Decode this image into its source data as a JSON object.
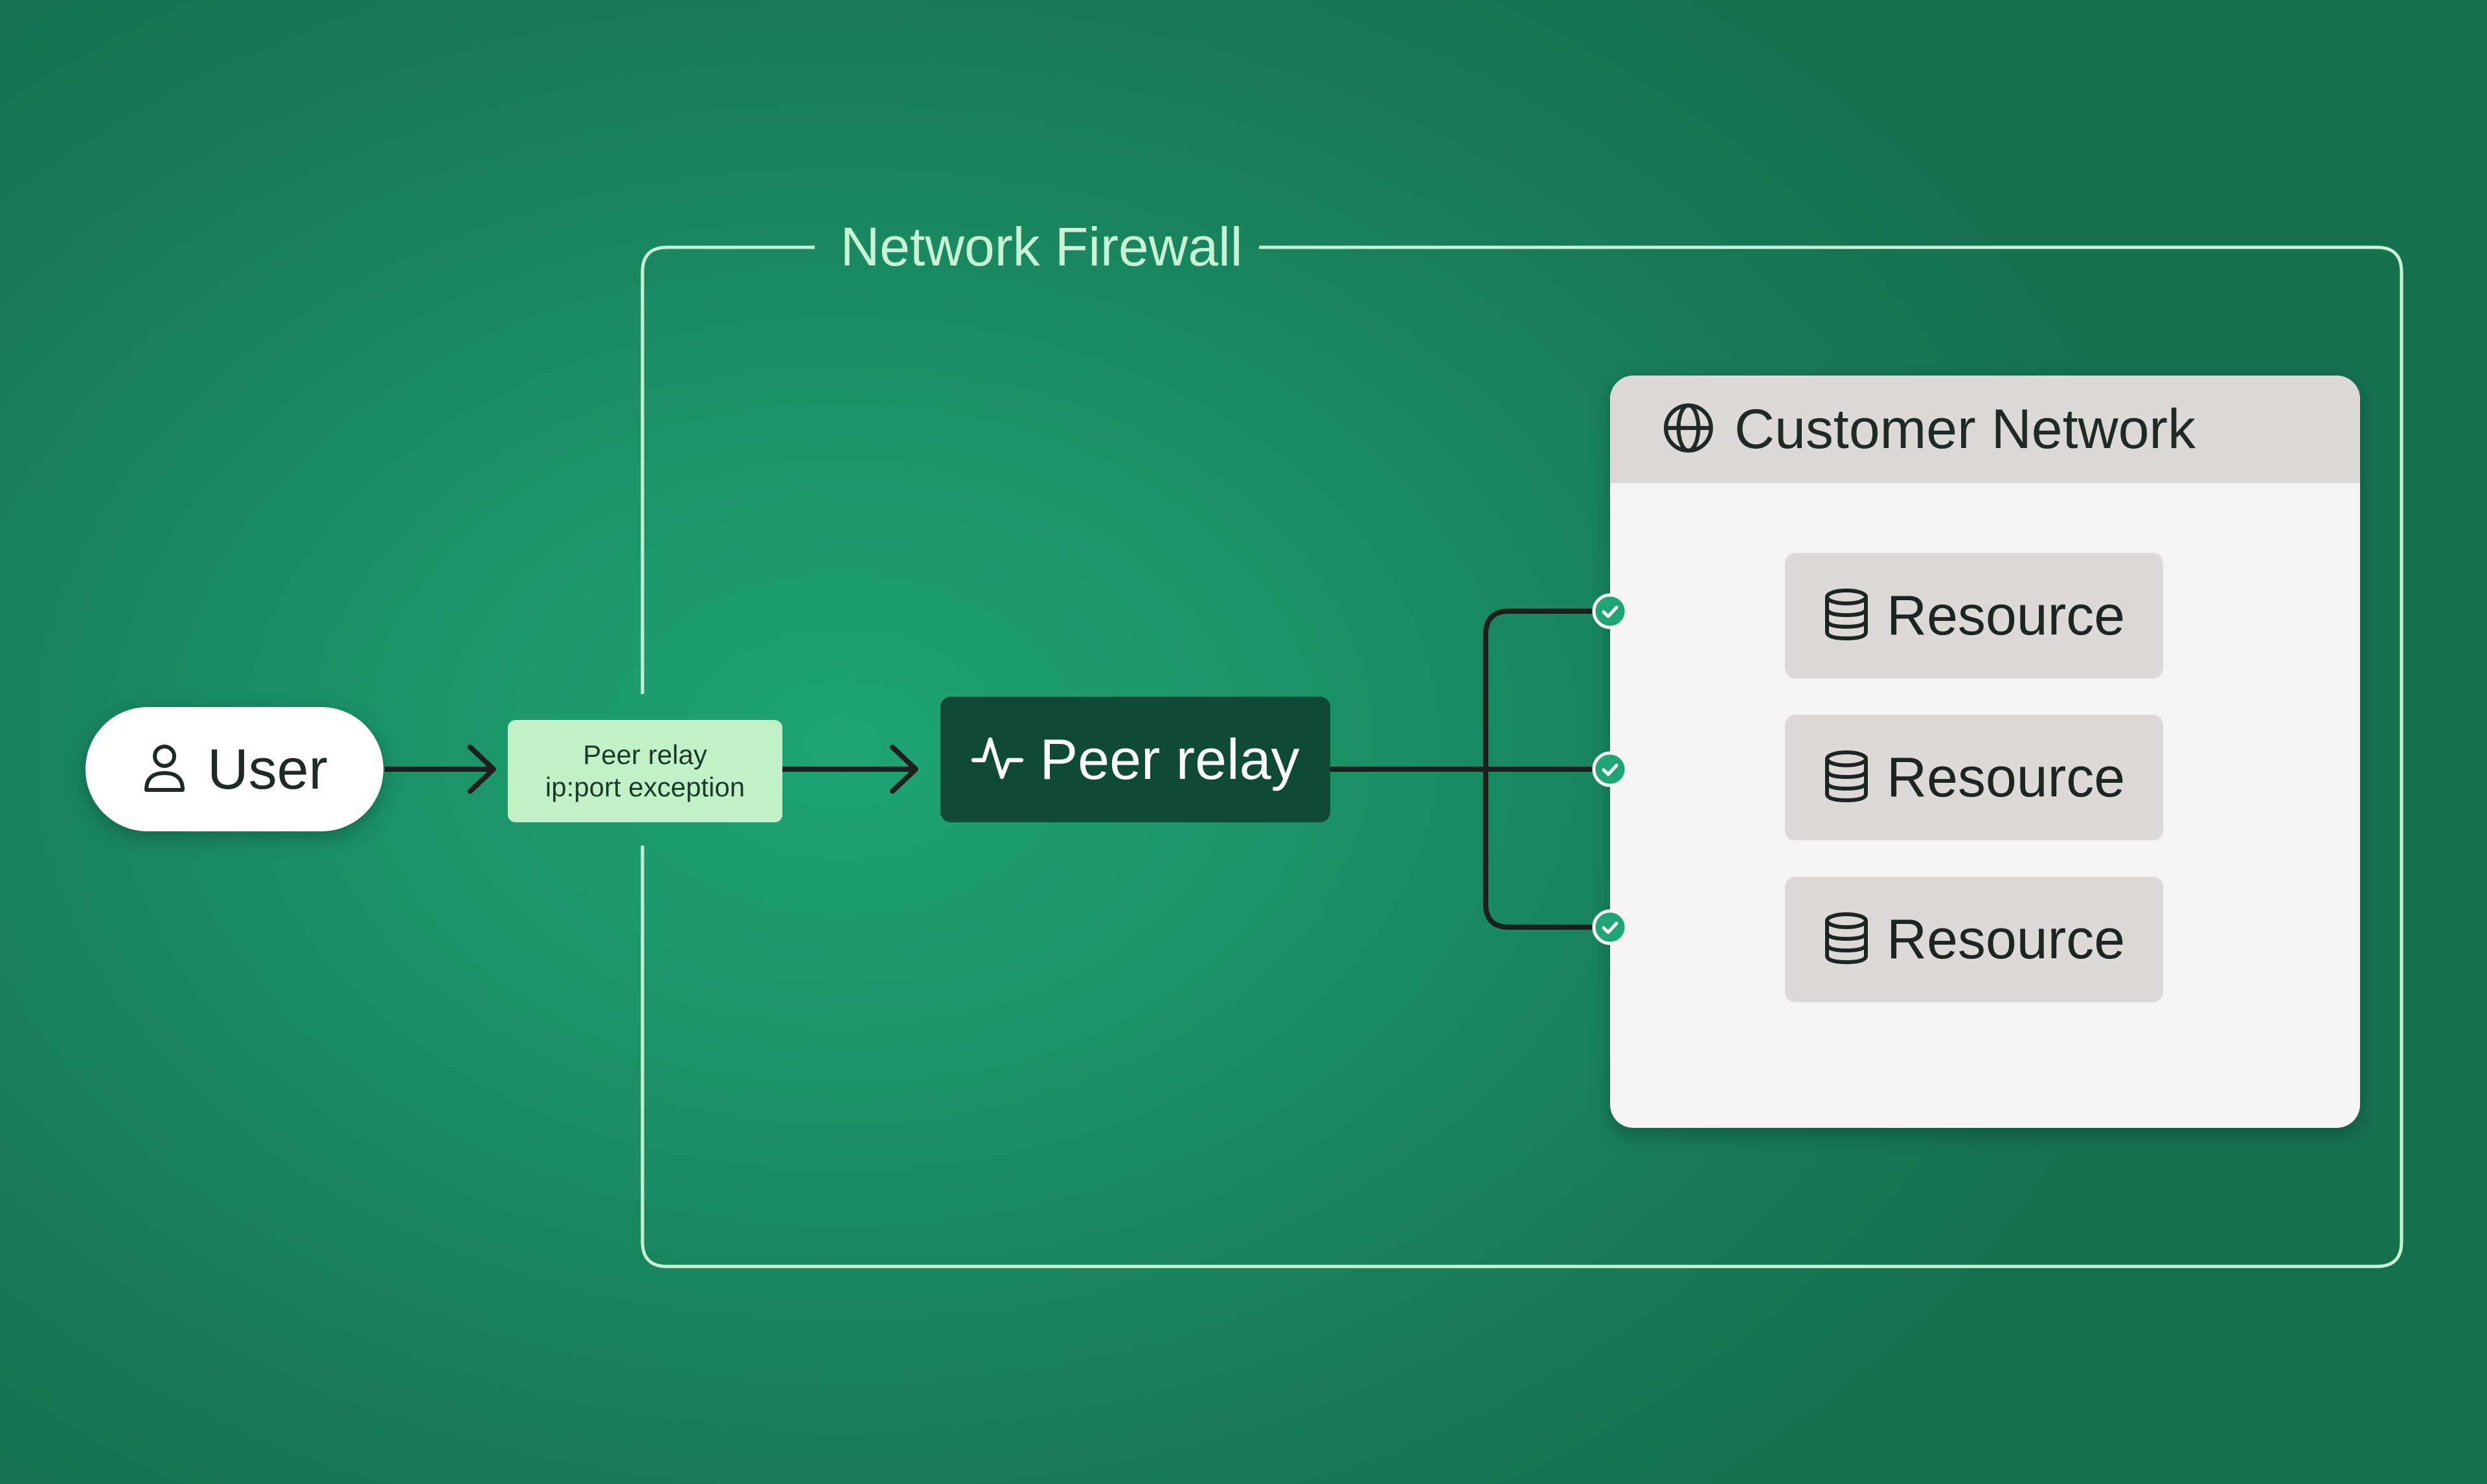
{
  "firewall": {
    "label": "Network Firewall"
  },
  "user": {
    "label": "User",
    "icon": "user-icon"
  },
  "exception": {
    "line1": "Peer relay",
    "line2": "ip:port exception"
  },
  "relay": {
    "label": "Peer relay",
    "icon": "activity-icon"
  },
  "customer_network": {
    "title": "Customer Network",
    "icon": "globe-icon",
    "resources": [
      {
        "label": "Resource",
        "icon": "database-icon"
      },
      {
        "label": "Resource",
        "icon": "database-icon"
      },
      {
        "label": "Resource",
        "icon": "database-icon"
      }
    ]
  },
  "colors": {
    "background": "#1a8c63",
    "firewall_border": "#c9f3d6",
    "exception_fill": "#c2f1c8",
    "relay_fill": "#0f4a37",
    "check": "#1fa573"
  }
}
